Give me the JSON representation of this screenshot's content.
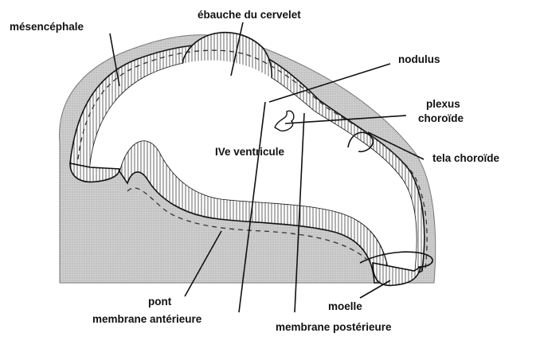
{
  "labels": {
    "mesencephale": "mésencéphale",
    "ebauche_cervelet": "ébauche du cervelet",
    "nodulus": "nodulus",
    "plexus_line1": "plexus",
    "plexus_line2": "choroïde",
    "tela_choroide": "tela choroïde",
    "ive_ventricule": "IVe ventricule",
    "pont": "pont",
    "membrane_anterieure": "membrane antérieure",
    "moelle": "moelle",
    "membrane_posterieure": "membrane postérieure"
  }
}
